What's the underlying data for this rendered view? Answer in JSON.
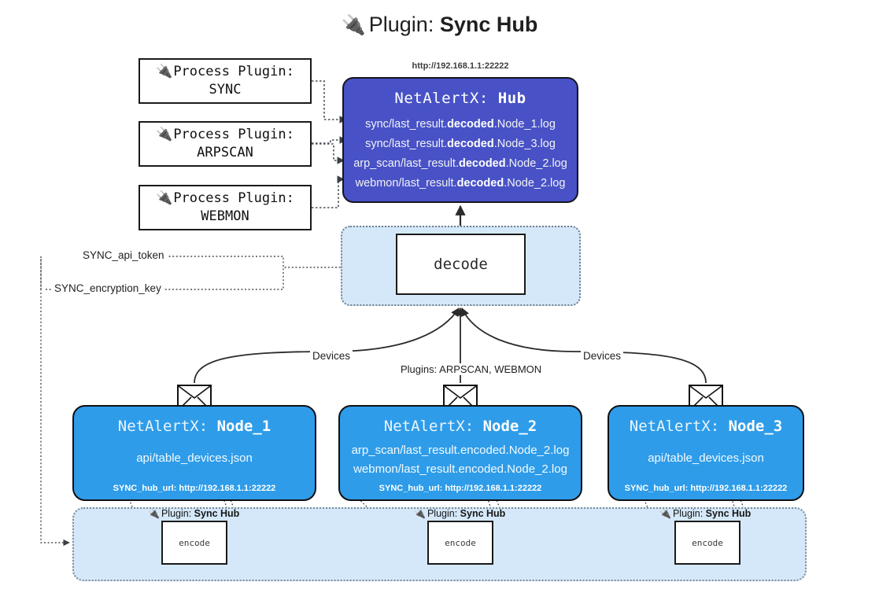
{
  "title": {
    "icon": "plug-icon",
    "prefix": "Plugin: ",
    "name": "Sync Hub"
  },
  "process_plugins": [
    {
      "icon": "plug-icon",
      "label": "Process Plugin:",
      "name": "SYNC"
    },
    {
      "icon": "plug-icon",
      "label": "Process Plugin:",
      "name": "ARPSCAN"
    },
    {
      "icon": "plug-icon",
      "label": "Process Plugin:",
      "name": "WEBMON"
    }
  ],
  "hub": {
    "url": "http://192.168.1.1:22222",
    "title_prefix": "NetAlertX: ",
    "title_name": "Hub",
    "logs": [
      {
        "pre": "sync/last_result.",
        "mid": "decoded",
        "post": ".Node_1.log"
      },
      {
        "pre": "sync/last_result.",
        "mid": "decoded",
        "post": ".Node_3.log"
      },
      {
        "pre": "arp_scan/last_result.",
        "mid": "decoded",
        "post": ".Node_2.log"
      },
      {
        "pre": "webmon/last_result.",
        "mid": "decoded",
        "post": ".Node_2.log"
      }
    ]
  },
  "decode": {
    "label": "decode"
  },
  "secrets": {
    "api_token": "SYNC_api_token",
    "encryption_key": "SYNC_encryption_key"
  },
  "edge_labels": {
    "devices_left": "Devices",
    "devices_right": "Devices",
    "plugins_center": "Plugins: ARPSCAN, WEBMON"
  },
  "nodes": [
    {
      "title_prefix": "NetAlertX: ",
      "title_name": "Node_1",
      "lines": [
        "api/table_devices.json"
      ],
      "hub_url": "SYNC_hub_url: http://192.168.1.1:22222",
      "icon": "envelope-icon"
    },
    {
      "title_prefix": "NetAlertX: ",
      "title_name": "Node_2",
      "lines": [
        "arp_scan/last_result.encoded.Node_2.log",
        "webmon/last_result.encoded.Node_2.log"
      ],
      "hub_url": "SYNC_hub_url: http://192.168.1.1:22222",
      "icon": "envelope-icon"
    },
    {
      "title_prefix": "NetAlertX: ",
      "title_name": "Node_3",
      "lines": [
        "api/table_devices.json"
      ],
      "hub_url": "SYNC_hub_url: http://192.168.1.1:22222",
      "icon": "envelope-icon"
    }
  ],
  "encoders": [
    {
      "tag_prefix": "Plugin: ",
      "tag_name": "Sync Hub",
      "label": "encode",
      "icon": "plug-icon"
    },
    {
      "tag_prefix": "Plugin: ",
      "tag_name": "Sync Hub",
      "label": "encode",
      "icon": "plug-icon"
    },
    {
      "tag_prefix": "Plugin: ",
      "tag_name": "Sync Hub",
      "label": "encode",
      "icon": "plug-icon"
    }
  ],
  "colors": {
    "hub": "#4852c6",
    "node": "#2e9ce9",
    "cluster": "#d5e8f9",
    "stroke": "#1a1a1a"
  }
}
